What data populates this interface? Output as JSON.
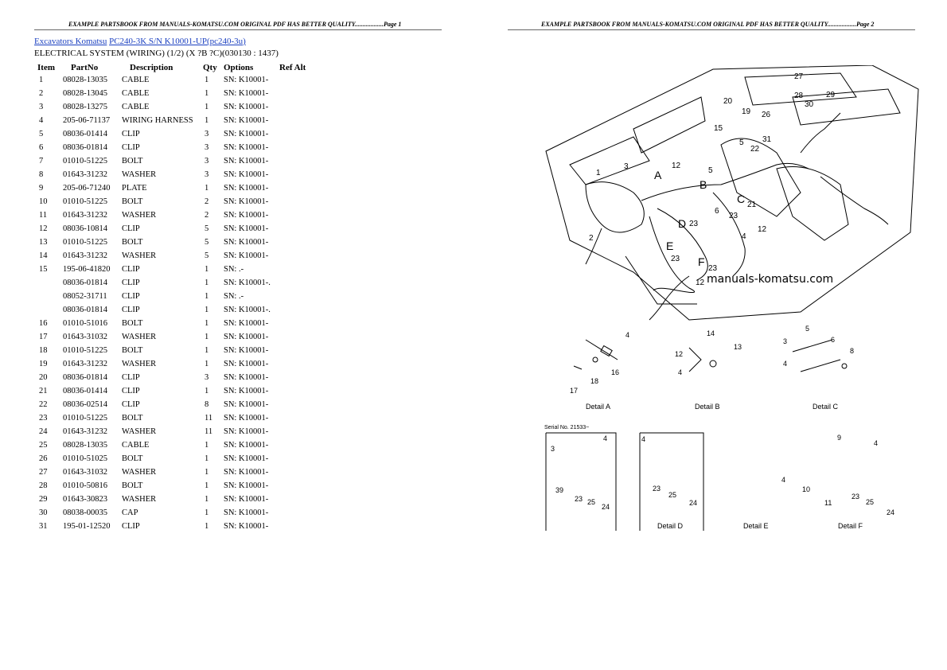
{
  "header": {
    "left": "EXAMPLE PARTSBOOK FROM MANUALS-KOMATSU.COM ORIGINAL PDF HAS BETTER QUALITY..................Page 1",
    "right": "EXAMPLE PARTSBOOK FROM MANUALS-KOMATSU.COM ORIGINAL PDF HAS BETTER QUALITY..................Page 2"
  },
  "breadcrumb": {
    "link1": "Excavators Komatsu",
    "link2": "PC240-3K S/N K10001-UP(pc240-3u)"
  },
  "subtitle": "ELECTRICAL SYSTEM (WIRING) (1/2) (X ?B ?C)(030130 : 1437)",
  "table": {
    "headers": [
      "Item",
      "PartNo",
      "Description",
      "Qty",
      "Options",
      "Ref Alt"
    ],
    "rows": [
      [
        "1",
        "08028-13035",
        "CABLE",
        "1",
        "SN: K10001-"
      ],
      [
        "2",
        "08028-13045",
        "CABLE",
        "1",
        "SN: K10001-"
      ],
      [
        "3",
        "08028-13275",
        "CABLE",
        "1",
        "SN: K10001-"
      ],
      [
        "4",
        "205-06-71137",
        "WIRING HARNESS",
        "1",
        "SN: K10001-"
      ],
      [
        "5",
        "08036-01414",
        "CLIP",
        "3",
        "SN: K10001-"
      ],
      [
        "6",
        "08036-01814",
        "CLIP",
        "3",
        "SN: K10001-"
      ],
      [
        "7",
        "01010-51225",
        "BOLT",
        "3",
        "SN: K10001-"
      ],
      [
        "8",
        "01643-31232",
        "WASHER",
        "3",
        "SN: K10001-"
      ],
      [
        "9",
        "205-06-71240",
        "PLATE",
        "1",
        "SN: K10001-"
      ],
      [
        "10",
        "01010-51225",
        "BOLT",
        "2",
        "SN: K10001-"
      ],
      [
        "11",
        "01643-31232",
        "WASHER",
        "2",
        "SN: K10001-"
      ],
      [
        "12",
        "08036-10814",
        "CLIP",
        "5",
        "SN: K10001-"
      ],
      [
        "13",
        "01010-51225",
        "BOLT",
        "5",
        "SN: K10001-"
      ],
      [
        "14",
        "01643-31232",
        "WASHER",
        "5",
        "SN: K10001-"
      ],
      [
        "15",
        "195-06-41820",
        "CLIP",
        "1",
        "SN: .-"
      ],
      [
        "",
        "08036-01814",
        "CLIP",
        "1",
        "SN: K10001-."
      ],
      [
        "",
        "08052-31711",
        "CLIP",
        "1",
        "SN: .-"
      ],
      [
        "",
        "08036-01814",
        "CLIP",
        "1",
        "SN: K10001-."
      ],
      [
        "16",
        "01010-51016",
        "BOLT",
        "1",
        "SN: K10001-"
      ],
      [
        "17",
        "01643-31032",
        "WASHER",
        "1",
        "SN: K10001-"
      ],
      [
        "18",
        "01010-51225",
        "BOLT",
        "1",
        "SN: K10001-"
      ],
      [
        "19",
        "01643-31232",
        "WASHER",
        "1",
        "SN: K10001-"
      ],
      [
        "20",
        "08036-01814",
        "CLIP",
        "3",
        "SN: K10001-"
      ],
      [
        "21",
        "08036-01414",
        "CLIP",
        "1",
        "SN: K10001-"
      ],
      [
        "22",
        "08036-02514",
        "CLIP",
        "8",
        "SN: K10001-"
      ],
      [
        "23",
        "01010-51225",
        "BOLT",
        "11",
        "SN: K10001-"
      ],
      [
        "24",
        "01643-31232",
        "WASHER",
        "11",
        "SN: K10001-"
      ],
      [
        "25",
        "08028-13035",
        "CABLE",
        "1",
        "SN: K10001-"
      ],
      [
        "26",
        "01010-51025",
        "BOLT",
        "1",
        "SN: K10001-"
      ],
      [
        "27",
        "01643-31032",
        "WASHER",
        "1",
        "SN: K10001-"
      ],
      [
        "28",
        "01010-50816",
        "BOLT",
        "1",
        "SN: K10001-"
      ],
      [
        "29",
        "01643-30823",
        "WASHER",
        "1",
        "SN: K10001-"
      ],
      [
        "30",
        "08038-00035",
        "CAP",
        "1",
        "SN: K10001-"
      ],
      [
        "31",
        "195-01-12520",
        "CLIP",
        "1",
        "SN: K10001-"
      ]
    ]
  },
  "diagram": {
    "watermark": "manuals-komatsu.com",
    "callouts_main": [
      "27",
      "28",
      "30",
      "29",
      "20",
      "19",
      "26",
      "15",
      "31",
      "5",
      "22",
      "1",
      "3",
      "A",
      "12",
      "B",
      "5",
      "C",
      "21",
      "23",
      "6",
      "12",
      "4",
      "D",
      "E",
      "2",
      "23",
      "F",
      "23",
      "12"
    ],
    "detail_labels": [
      "Detail A",
      "Detail B",
      "Detail C",
      "Detail D",
      "Detail E",
      "Detail F"
    ],
    "detail_a_callouts": [
      "4",
      "16",
      "18",
      "17"
    ],
    "detail_b_callouts": [
      "14",
      "12",
      "13",
      "4"
    ],
    "detail_c_callouts": [
      "5",
      "3",
      "6",
      "8",
      "4"
    ],
    "serial_note": "Serial No. 21533~",
    "lower_a_callouts": [
      "3",
      "4",
      "39",
      "23",
      "25",
      "24"
    ],
    "lower_d_callouts": [
      "4",
      "23",
      "25",
      "24"
    ],
    "lower_e_callouts": [
      "4"
    ],
    "lower_f_callouts": [
      "9",
      "4",
      "10",
      "11",
      "23",
      "25",
      "24"
    ]
  }
}
